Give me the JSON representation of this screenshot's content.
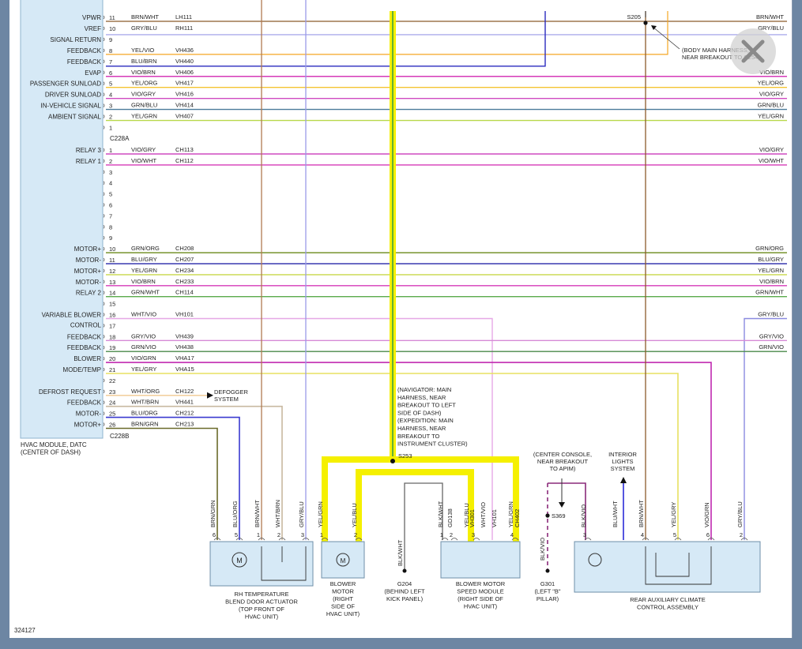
{
  "module": {
    "name_lines": [
      "HVAC MODULE, DATC",
      "(CENTER OF DASH)"
    ],
    "connectors": [
      "C228A",
      "C228B"
    ]
  },
  "rows_a": [
    {
      "label": "VPWR",
      "pin": "11",
      "color": "BRN/WHT",
      "circuit": "LH111",
      "right": "BRN/WHT",
      "stroke": "#8b5a2b"
    },
    {
      "label": "VREF",
      "pin": "10",
      "color": "GRY/BLU",
      "circuit": "RH111",
      "right": "GRY/BLU",
      "stroke": "#9a9ae8"
    },
    {
      "label": "SIGNAL RETURN",
      "pin": "9",
      "color": "",
      "circuit": "",
      "right": "",
      "stroke": ""
    },
    {
      "label": "FEEDBACK",
      "pin": "8",
      "color": "YEL/VIO",
      "circuit": "VH436",
      "right": "",
      "stroke": "#f5a623"
    },
    {
      "label": "FEEDBACK",
      "pin": "7",
      "color": "BLU/BRN",
      "circuit": "VH440",
      "right": "",
      "stroke": "#2b2bbf"
    },
    {
      "label": "EVAP",
      "pin": "6",
      "color": "VIO/BRN",
      "circuit": "VH406",
      "right": "VIO/BRN",
      "stroke": "#d63ab8"
    },
    {
      "label": "PASSENGER SUNLOAD",
      "pin": "5",
      "color": "YEL/ORG",
      "circuit": "VH417",
      "right": "YEL/ORG",
      "stroke": "#f4c430"
    },
    {
      "label": "DRIVER SUNLOAD",
      "pin": "4",
      "color": "VIO/GRY",
      "circuit": "VH416",
      "right": "VIO/GRY",
      "stroke": "#cf4ac0"
    },
    {
      "label": "IN-VEHICLE SIGNAL",
      "pin": "3",
      "color": "GRN/BLU",
      "circuit": "VH414",
      "right": "GRN/BLU",
      "stroke": "#4a7a9a"
    },
    {
      "label": "AMBIENT SIGNAL",
      "pin": "2",
      "color": "YEL/GRN",
      "circuit": "VH407",
      "right": "YEL/GRN",
      "stroke": "#b8d84a"
    },
    {
      "label": "",
      "pin": "1",
      "color": "",
      "circuit": "",
      "right": "",
      "stroke": ""
    }
  ],
  "rows_b": [
    {
      "label": "RELAY 3",
      "pin": "1",
      "color": "VIO/GRY",
      "circuit": "CH113",
      "right": "VIO/GRY",
      "stroke": "#cf4ac0"
    },
    {
      "label": "RELAY 1",
      "pin": "2",
      "color": "VIO/WHT",
      "circuit": "CH112",
      "right": "VIO/WHT",
      "stroke": "#d63ab8"
    },
    {
      "label": "",
      "pin": "3",
      "color": "",
      "circuit": "",
      "right": "",
      "stroke": ""
    },
    {
      "label": "",
      "pin": "4",
      "color": "",
      "circuit": "",
      "right": "",
      "stroke": ""
    },
    {
      "label": "",
      "pin": "5",
      "color": "",
      "circuit": "",
      "right": "",
      "stroke": ""
    },
    {
      "label": "",
      "pin": "6",
      "color": "",
      "circuit": "",
      "right": "",
      "stroke": ""
    },
    {
      "label": "",
      "pin": "7",
      "color": "",
      "circuit": "",
      "right": "",
      "stroke": ""
    },
    {
      "label": "",
      "pin": "8",
      "color": "",
      "circuit": "",
      "right": "",
      "stroke": ""
    },
    {
      "label": "",
      "pin": "9",
      "color": "",
      "circuit": "",
      "right": "",
      "stroke": ""
    },
    {
      "label": "MOTOR+",
      "pin": "10",
      "color": "GRN/ORG",
      "circuit": "CH208",
      "right": "GRN/ORG",
      "stroke": "#6b8a1a"
    },
    {
      "label": "MOTOR-",
      "pin": "11",
      "color": "BLU/GRY",
      "circuit": "CH207",
      "right": "BLU/GRY",
      "stroke": "#3a3ab0"
    },
    {
      "label": "MOTOR+",
      "pin": "12",
      "color": "YEL/GRN",
      "circuit": "CH234",
      "right": "YEL/GRN",
      "stroke": "#c8d84a"
    },
    {
      "label": "MOTOR-",
      "pin": "13",
      "color": "VIO/BRN",
      "circuit": "CH233",
      "right": "VIO/BRN",
      "stroke": "#d63ab8"
    },
    {
      "label": "RELAY 2",
      "pin": "14",
      "color": "GRN/WHT",
      "circuit": "CH114",
      "right": "GRN/WHT",
      "stroke": "#5aaa4a"
    },
    {
      "label": "",
      "pin": "15",
      "color": "",
      "circuit": "",
      "right": "",
      "stroke": ""
    },
    {
      "label": "VARIABLE BLOWER",
      "label2": "CONTROL",
      "pin": "16",
      "color": "WHT/VIO",
      "circuit": "VH101",
      "right": "GRY/BLU",
      "stroke": "#e6a8e6"
    },
    {
      "label": "",
      "pin": "17",
      "color": "",
      "circuit": "",
      "right": "",
      "stroke": ""
    },
    {
      "label": "FEEDBACK",
      "pin": "18",
      "color": "GRY/VIO",
      "circuit": "VH439",
      "right": "GRY/VIO",
      "stroke": "#d68ad6"
    },
    {
      "label": "FEEDBACK",
      "pin": "19",
      "color": "GRN/VIO",
      "circuit": "VH438",
      "right": "GRN/VIO",
      "stroke": "#4a8a4a"
    },
    {
      "label": "BLOWER",
      "pin": "20",
      "color": "VIO/GRN",
      "circuit": "VHA17",
      "right": "",
      "stroke": "#c02ab0"
    },
    {
      "label": "MODE/TEMP",
      "pin": "21",
      "color": "YEL/GRY",
      "circuit": "VHA15",
      "right": "",
      "stroke": "#e8e060"
    },
    {
      "label": "",
      "pin": "22",
      "color": "",
      "circuit": "",
      "right": "",
      "stroke": ""
    },
    {
      "label": "DEFROST REQUEST",
      "pin": "23",
      "color": "WHT/ORG",
      "circuit": "CH122",
      "right": "",
      "stroke": "#f0c890"
    },
    {
      "label": "FEEDBACK",
      "pin": "24",
      "color": "WHT/BRN",
      "circuit": "VH441",
      "right": "",
      "stroke": "#c8b8a0"
    },
    {
      "label": "MOTOR-",
      "pin": "25",
      "color": "BLU/ORG",
      "circuit": "CH212",
      "right": "",
      "stroke": "#3a3ad0"
    },
    {
      "label": "MOTOR+",
      "pin": "26",
      "color": "BRN/GRN",
      "circuit": "CH213",
      "right": "",
      "stroke": "#6a6a2a"
    }
  ],
  "splices": {
    "s205": "S205",
    "s205_note": [
      "(BODY MAIN HARNESS,",
      "NEAR BREAKOUT TO C254)"
    ],
    "s253": "S253",
    "s253_note": [
      "(NAVIGATOR: MAIN",
      "HARNESS, NEAR",
      "BREAKOUT TO LEFT",
      "SIDE OF DASH)",
      "(EXPEDITION: MAIN",
      "HARNESS, NEAR",
      "BREAKOUT TO",
      "INSTRUMENT CLUSTER)"
    ],
    "s369": "S369",
    "s369_note": [
      "(CENTER CONSOLE,",
      "NEAR BREAKOUT",
      "TO APIM)"
    ]
  },
  "defogger": [
    "DEFOGGER",
    "SYSTEM"
  ],
  "interior_lights": [
    "INTERIOR",
    "LIGHTS",
    "SYSTEM"
  ],
  "components": {
    "rh_temp": [
      "RH TEMPERATURE",
      "BLEND DOOR ACTUATOR",
      "(TOP FRONT OF",
      "HVAC UNIT)"
    ],
    "blower_motor": [
      "BLOWER",
      "MOTOR",
      "(RIGHT",
      "SIDE OF",
      "HVAC UNIT)"
    ],
    "g204": [
      "G204",
      "(BEHIND LEFT",
      "KICK PANEL)"
    ],
    "speed_module": [
      "BLOWER MOTOR",
      "SPEED MODULE",
      "(RIGHT SIDE OF",
      "HVAC UNIT)"
    ],
    "g301": [
      "G301",
      "(LEFT \"B\"",
      "PILLAR)"
    ],
    "rear_aux": [
      "REAR AUXILIARY CLIMATE",
      "CONTROL ASSEMBLY"
    ]
  },
  "bottom_wires": {
    "rh_temp": [
      {
        "pin": "6",
        "color": "BRN/GRN"
      },
      {
        "pin": "5",
        "color": "BLU/ORG"
      },
      {
        "pin": "1",
        "color": "BRN/WHT"
      },
      {
        "pin": "2",
        "color": "WHT/BRN"
      },
      {
        "pin": "3",
        "color": "GRY/BLU"
      }
    ],
    "blower": [
      {
        "pin": "1",
        "color": "YEL/GRN"
      },
      {
        "pin": "2",
        "color": "YEL/BLU"
      }
    ],
    "g204_wire": "BLK/WHT",
    "speed": [
      {
        "pin": "1",
        "color": "BLK/WHT"
      },
      {
        "pin": "2",
        "color": "GD138"
      },
      {
        "pin": "",
        "color": "YEL/BLU"
      },
      {
        "pin": "3",
        "color": "VH301"
      },
      {
        "pin": "",
        "color": "WHT/VIO"
      },
      {
        "pin": "",
        "color": "VH101"
      },
      {
        "pin": "4",
        "color": "YEL/GRN"
      },
      {
        "pin": "",
        "color": "CH402"
      }
    ],
    "g301_wire": "BLK/VIO",
    "rear": [
      {
        "pin": "3",
        "color": "BLK/VIO"
      },
      {
        "pin": "",
        "color": "BLU/WHT"
      },
      {
        "pin": "4",
        "color": "BRN/WHT"
      },
      {
        "pin": "5",
        "color": "YEL/GRY"
      },
      {
        "pin": "6",
        "color": "VIO/GRN"
      },
      {
        "pin": "2",
        "color": "GRY/BLU"
      }
    ]
  },
  "figure_number": "324127",
  "colors": {
    "highlight": "#f5f000",
    "trace_green": "#3fa33f",
    "background": "#6d86a3"
  }
}
